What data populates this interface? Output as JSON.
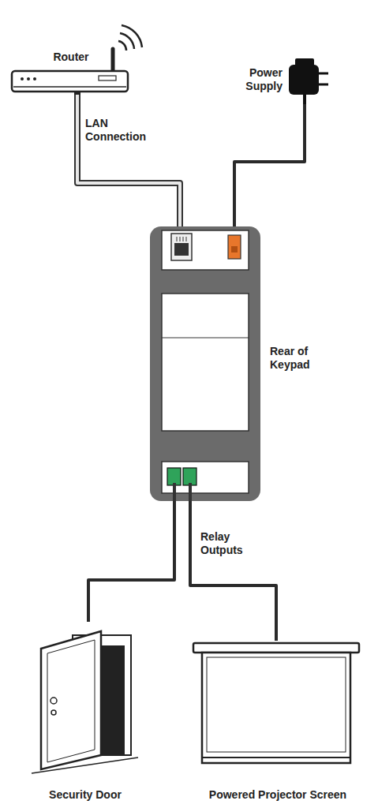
{
  "diagram": {
    "nodes": [
      {
        "text": [
          "Router"
        ]
      },
      {
        "text": [
          "Power Supply"
        ]
      },
      {
        "text": [
          "Rear of Keypad"
        ]
      },
      {
        "text": [
          "Security Door"
        ]
      },
      {
        "text": [
          "Powered Projector Screen"
        ]
      }
    ],
    "edges": [
      {
        "from": 0,
        "to": 2,
        "arrow": "none",
        "label": "LAN Connection"
      },
      {
        "from": 1,
        "to": 2,
        "arrow": "none"
      },
      {
        "from": 2,
        "to": 3,
        "arrow": "none",
        "label": "Relay Outputs"
      },
      {
        "from": 2,
        "to": 4,
        "arrow": "none"
      }
    ]
  }
}
